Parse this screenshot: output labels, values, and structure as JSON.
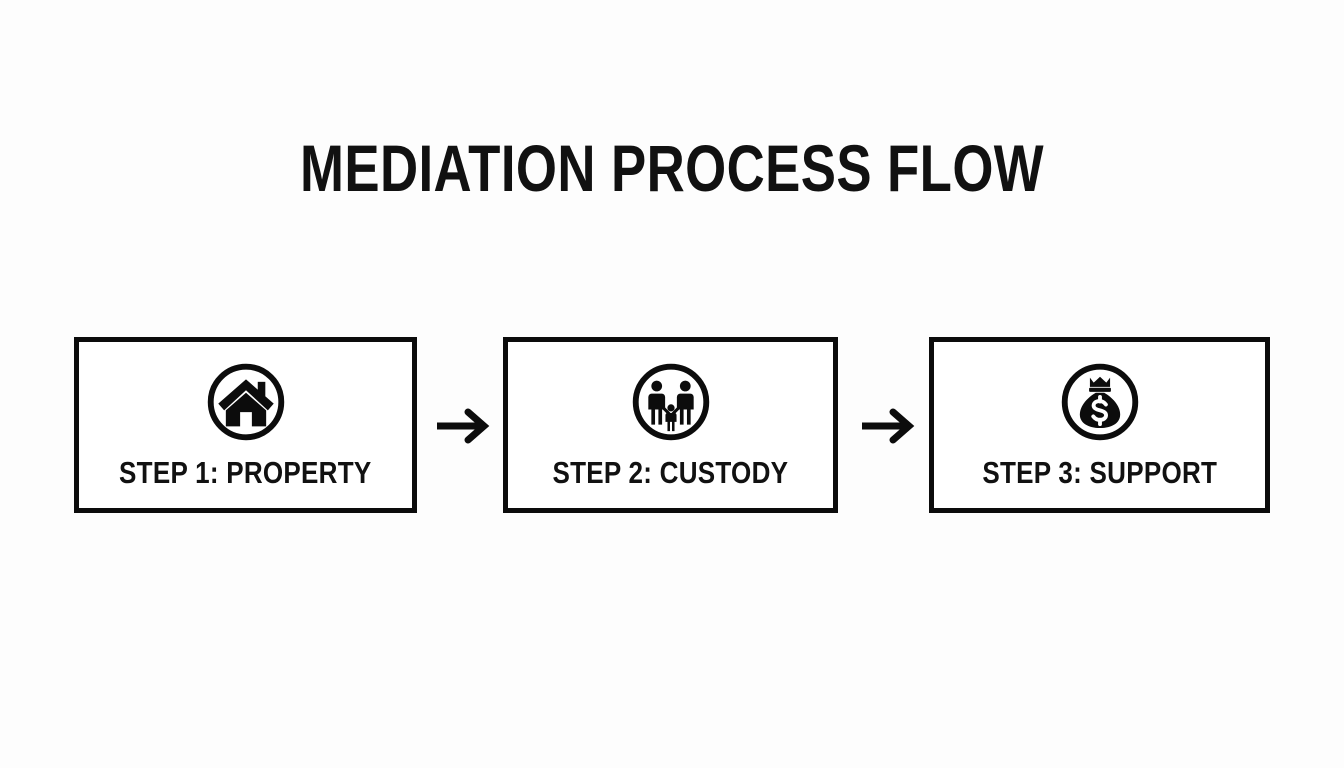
{
  "slide": {
    "title": "MEDIATION PROCESS FLOW",
    "background_color": "#FDFDFD",
    "ink_color": "#111111"
  },
  "flow": {
    "steps": [
      {
        "label": "STEP 1: PROPERTY",
        "icon": "house-icon",
        "step_number": "1",
        "topic": "PROPERTY"
      },
      {
        "label": "STEP 2: CUSTODY",
        "icon": "family-icon",
        "step_number": "2",
        "topic": "CUSTODY"
      },
      {
        "label": "STEP 3: SUPPORT",
        "icon": "money-bag-icon",
        "step_number": "3",
        "topic": "SUPPORT"
      }
    ],
    "connectors": [
      {
        "icon": "arrow-right-icon",
        "from": "STEP 1: PROPERTY",
        "to": "STEP 2: CUSTODY"
      },
      {
        "icon": "arrow-right-icon",
        "from": "STEP 2: CUSTODY",
        "to": "STEP 3: SUPPORT"
      }
    ]
  }
}
